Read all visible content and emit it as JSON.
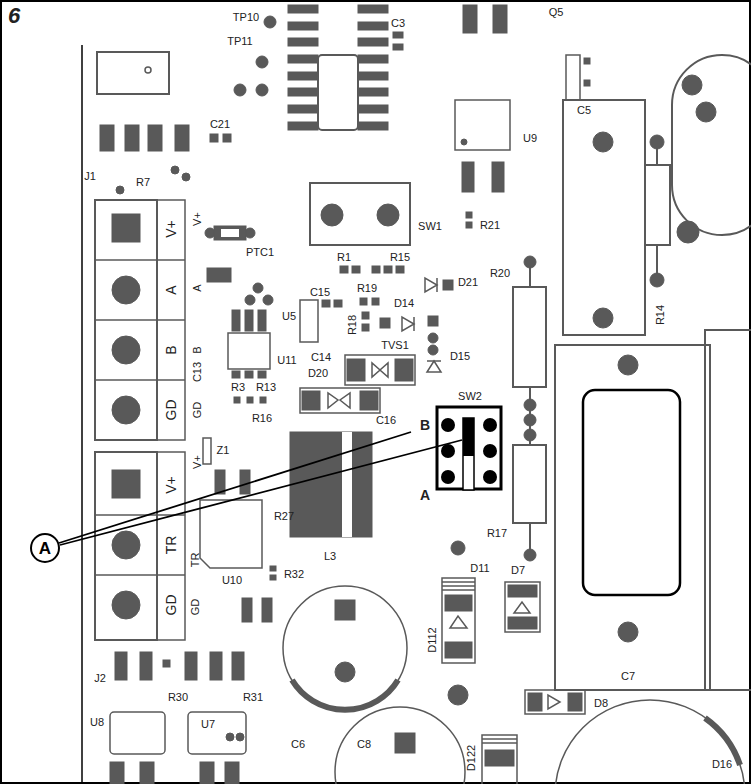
{
  "diagram": {
    "nodes": [
      {
        "text": [
          "A"
        ]
      }
    ],
    "labels": [
      "6",
      "TP10",
      "TP11",
      "C3",
      "Q5",
      "U9",
      "C5",
      "C21",
      "J1",
      "R7",
      "V+",
      "PTC1",
      "SW1",
      "R21",
      "V+",
      "R1",
      "R15",
      "D21",
      "R20",
      "R14",
      "A",
      "A",
      "C15",
      "R19",
      "D14",
      "U5",
      "R18",
      "TVS1",
      "D15",
      "B",
      "B",
      "C13",
      "C14",
      "U11",
      "D20",
      "GD",
      "GD",
      "R3",
      "R13",
      "B",
      "SW2",
      "C16",
      "R16",
      "V+",
      "V+",
      "Z1",
      "A",
      "R17",
      "R27",
      "TR",
      "TR",
      "L3",
      "R32",
      "U10",
      "D11",
      "D7",
      "C7",
      "GD",
      "GD",
      "J2",
      "D112",
      "C6",
      "R30",
      "R31",
      "U8",
      "U7",
      "D8",
      "C8",
      "D122",
      "D16"
    ]
  }
}
